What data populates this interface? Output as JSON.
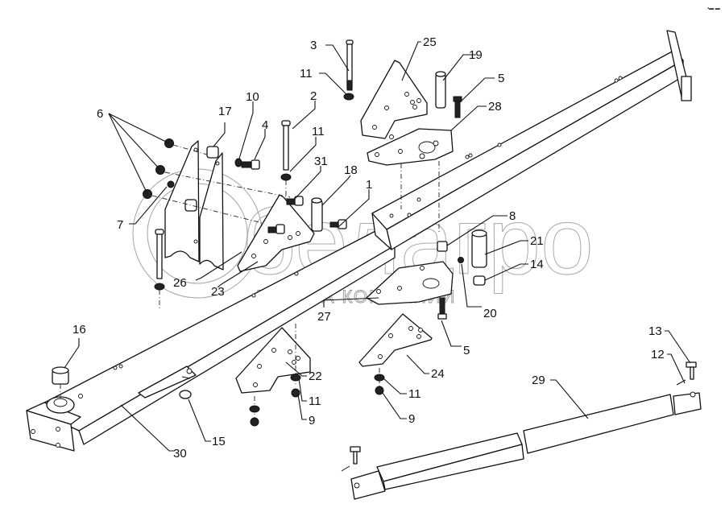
{
  "diagram": {
    "type": "exploded parts diagram",
    "subject": "frame beam assembly with brackets, pins and telescopic rod",
    "callouts": [
      {
        "id": "c1",
        "label": "1"
      },
      {
        "id": "c2",
        "label": "2"
      },
      {
        "id": "c3",
        "label": "3"
      },
      {
        "id": "c4",
        "label": "4"
      },
      {
        "id": "c5a",
        "label": "5"
      },
      {
        "id": "c5b",
        "label": "5"
      },
      {
        "id": "c6",
        "label": "6"
      },
      {
        "id": "c7",
        "label": "7"
      },
      {
        "id": "c8",
        "label": "8"
      },
      {
        "id": "c9a",
        "label": "9"
      },
      {
        "id": "c9b",
        "label": "9"
      },
      {
        "id": "c10",
        "label": "10"
      },
      {
        "id": "c11a",
        "label": "11"
      },
      {
        "id": "c11b",
        "label": "11"
      },
      {
        "id": "c11c",
        "label": "11"
      },
      {
        "id": "c11d",
        "label": "11"
      },
      {
        "id": "c12",
        "label": "12"
      },
      {
        "id": "c13",
        "label": "13"
      },
      {
        "id": "c14",
        "label": "14"
      },
      {
        "id": "c15",
        "label": "15"
      },
      {
        "id": "c16",
        "label": "16"
      },
      {
        "id": "c17",
        "label": "17"
      },
      {
        "id": "c18",
        "label": "18"
      },
      {
        "id": "c19",
        "label": "19"
      },
      {
        "id": "c20",
        "label": "20"
      },
      {
        "id": "c21",
        "label": "21"
      },
      {
        "id": "c22",
        "label": "22"
      },
      {
        "id": "c23",
        "label": "23"
      },
      {
        "id": "c24",
        "label": "24"
      },
      {
        "id": "c25",
        "label": "25"
      },
      {
        "id": "c26",
        "label": "26"
      },
      {
        "id": "c27",
        "label": "27"
      },
      {
        "id": "c28",
        "label": "28"
      },
      {
        "id": "c29",
        "label": "29"
      },
      {
        "id": "c30",
        "label": "30"
      },
      {
        "id": "c31",
        "label": "31"
      }
    ]
  },
  "watermark": {
    "brand": "белагро",
    "tagline": "ГРУППА КОМПАНИЙ"
  },
  "corner_mark": "▪▬ ▬"
}
